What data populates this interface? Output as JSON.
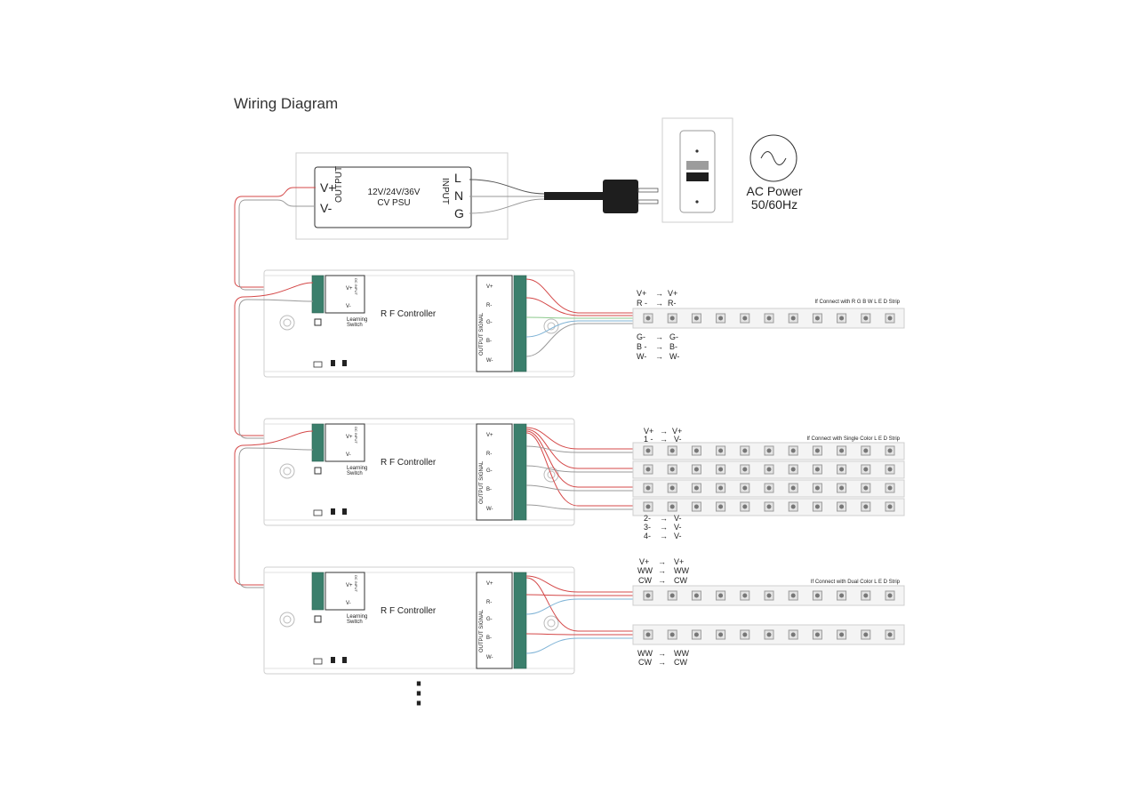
{
  "title": "Wiring Diagram",
  "psu": {
    "output_label": "OUTPUT",
    "input_label": "INPUT",
    "vplus": "V+",
    "vminus": "V-",
    "voltage": "12V/24V/36V",
    "name": "CV PSU",
    "l": "L",
    "n": "N",
    "g": "G"
  },
  "ac": {
    "line1": "AC Power",
    "line2": "50/60Hz"
  },
  "controller": {
    "name": "R F Controller",
    "learning1": "Learning",
    "learning2": "Switch",
    "dc_input": "DC INPUT",
    "input_vplus": "V+",
    "input_vminus": "V-",
    "output_signal": "OUTPUT SIGNAL",
    "out_labels": [
      "V+",
      "R-",
      "G-",
      "B-",
      "W-"
    ]
  },
  "rgbw": {
    "caption": "If Connect with R G B W L E D Strip",
    "top": [
      [
        "V+",
        "V+"
      ],
      [
        "R -",
        "R-"
      ]
    ],
    "bottom": [
      [
        "G-",
        "G-"
      ],
      [
        "B -",
        "B-"
      ],
      [
        "W-",
        "W-"
      ]
    ]
  },
  "single": {
    "caption": "If Connect with Single Color L E D Strip",
    "top": [
      [
        "V+",
        "V+"
      ],
      [
        "1 -",
        "V-"
      ]
    ],
    "bottom": [
      [
        "2-",
        "V-"
      ],
      [
        "3-",
        "V-"
      ],
      [
        "4-",
        "V-"
      ]
    ]
  },
  "dual": {
    "caption": "If Connect with Dual Color L E D Strip",
    "top": [
      [
        "V+",
        "V+"
      ],
      [
        "WW",
        "WW"
      ],
      [
        "CW",
        "CW"
      ]
    ],
    "bottom": [
      [
        "WW",
        "WW"
      ],
      [
        "CW",
        "CW"
      ]
    ]
  },
  "arrow": "→",
  "more_marker": "⋮",
  "colors": {
    "wire_red": "#d44848",
    "wire_gray": "#9a9a9a",
    "wire_blue": "#7fb3d6",
    "wire_green": "#8cc98c",
    "terminal": "#3b7f6c",
    "plug": "#1e1e1e"
  }
}
